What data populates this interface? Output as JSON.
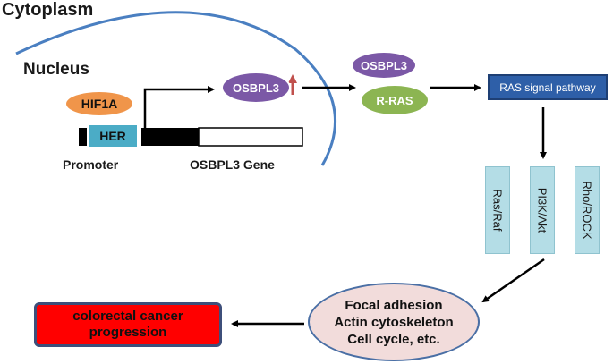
{
  "labels": {
    "cytoplasm": "Cytoplasm",
    "nucleus": "Nucleus",
    "promoter": "Promoter",
    "gene": "OSBPL3 Gene"
  },
  "nodes": {
    "hif1a": "HIF1A",
    "her": "HER",
    "osbpl3_nucleus": "OSBPL3",
    "osbpl3_complex": "OSBPL3",
    "r_ras": "R-RAS",
    "ras_pathway": "RAS signal pathway",
    "ras_raf": "Ras/Raf",
    "pi3k_akt": "PI3K/Akt",
    "rho_rock": "Rho/ROCK",
    "outcomes": [
      "Focal adhesion",
      "Actin cytoskeleton",
      "Cell cycle, etc."
    ],
    "result": [
      "colorectal cancer",
      "progression"
    ]
  },
  "colors": {
    "hif1a": "#f0954a",
    "her": "#4bacc6",
    "osbpl3": "#7b58a6",
    "r_ras": "#8cb552",
    "ras_pathway": "#2e5fa8",
    "branch_boxes": "#b4dde6",
    "outcomes": "#f2dcdb",
    "result": "#ff0000",
    "nuclear_envelope": "#4a7fc1",
    "up_arrow": "#c0504d"
  }
}
